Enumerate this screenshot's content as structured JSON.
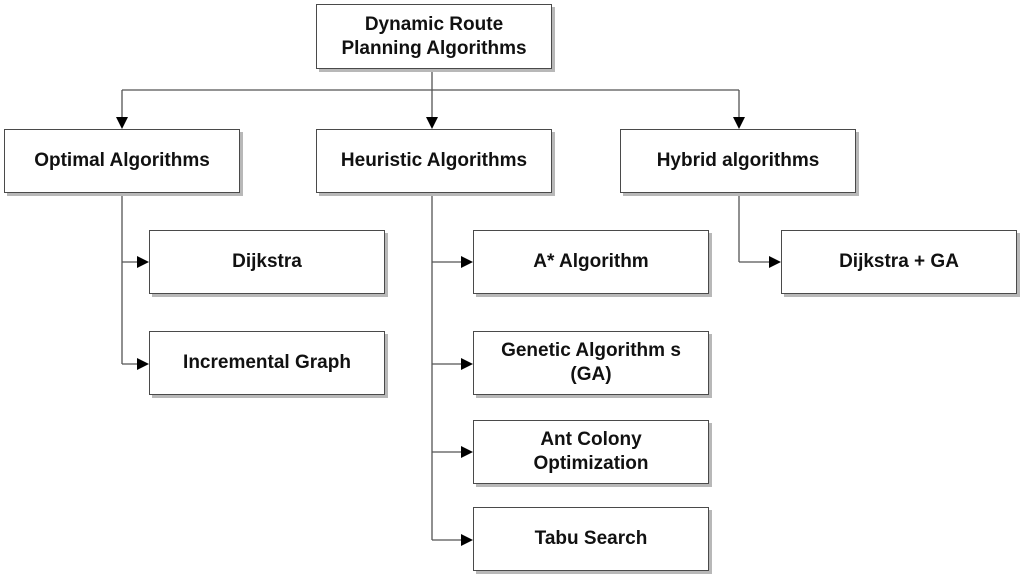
{
  "diagram": {
    "root": "Dynamic Route\nPlanning Algorithms",
    "categories": [
      {
        "label": "Optimal Algorithms",
        "children": [
          "Dijkstra",
          "Incremental Graph"
        ]
      },
      {
        "label": "Heuristic Algorithms",
        "children": [
          "A* Algorithm",
          "Genetic Algorithm s\n(GA)",
          "Ant Colony\nOptimization",
          "Tabu Search"
        ]
      },
      {
        "label": "Hybrid algorithms",
        "children": [
          "Dijkstra + GA"
        ]
      }
    ]
  }
}
